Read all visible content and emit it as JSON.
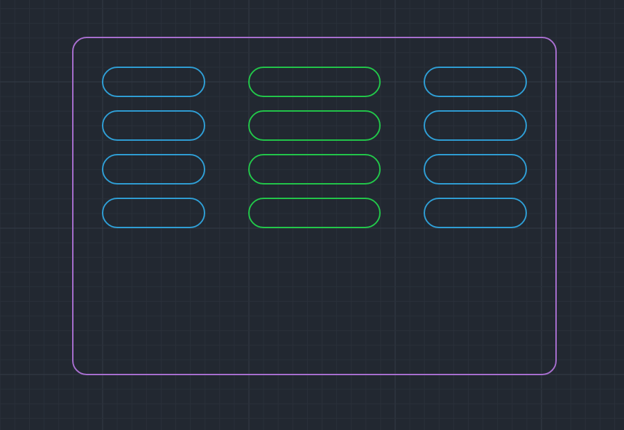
{
  "colors": {
    "background": "#222831",
    "grid_minor": "#2a303a",
    "grid_major": "#343b47",
    "frame": "#a86fd0",
    "slot_outer": "#2f9fd6",
    "slot_middle": "#22c84a"
  },
  "layout_grid": {
    "columns": 3,
    "rows": 4,
    "column_kinds": [
      "outer",
      "middle",
      "outer"
    ]
  }
}
